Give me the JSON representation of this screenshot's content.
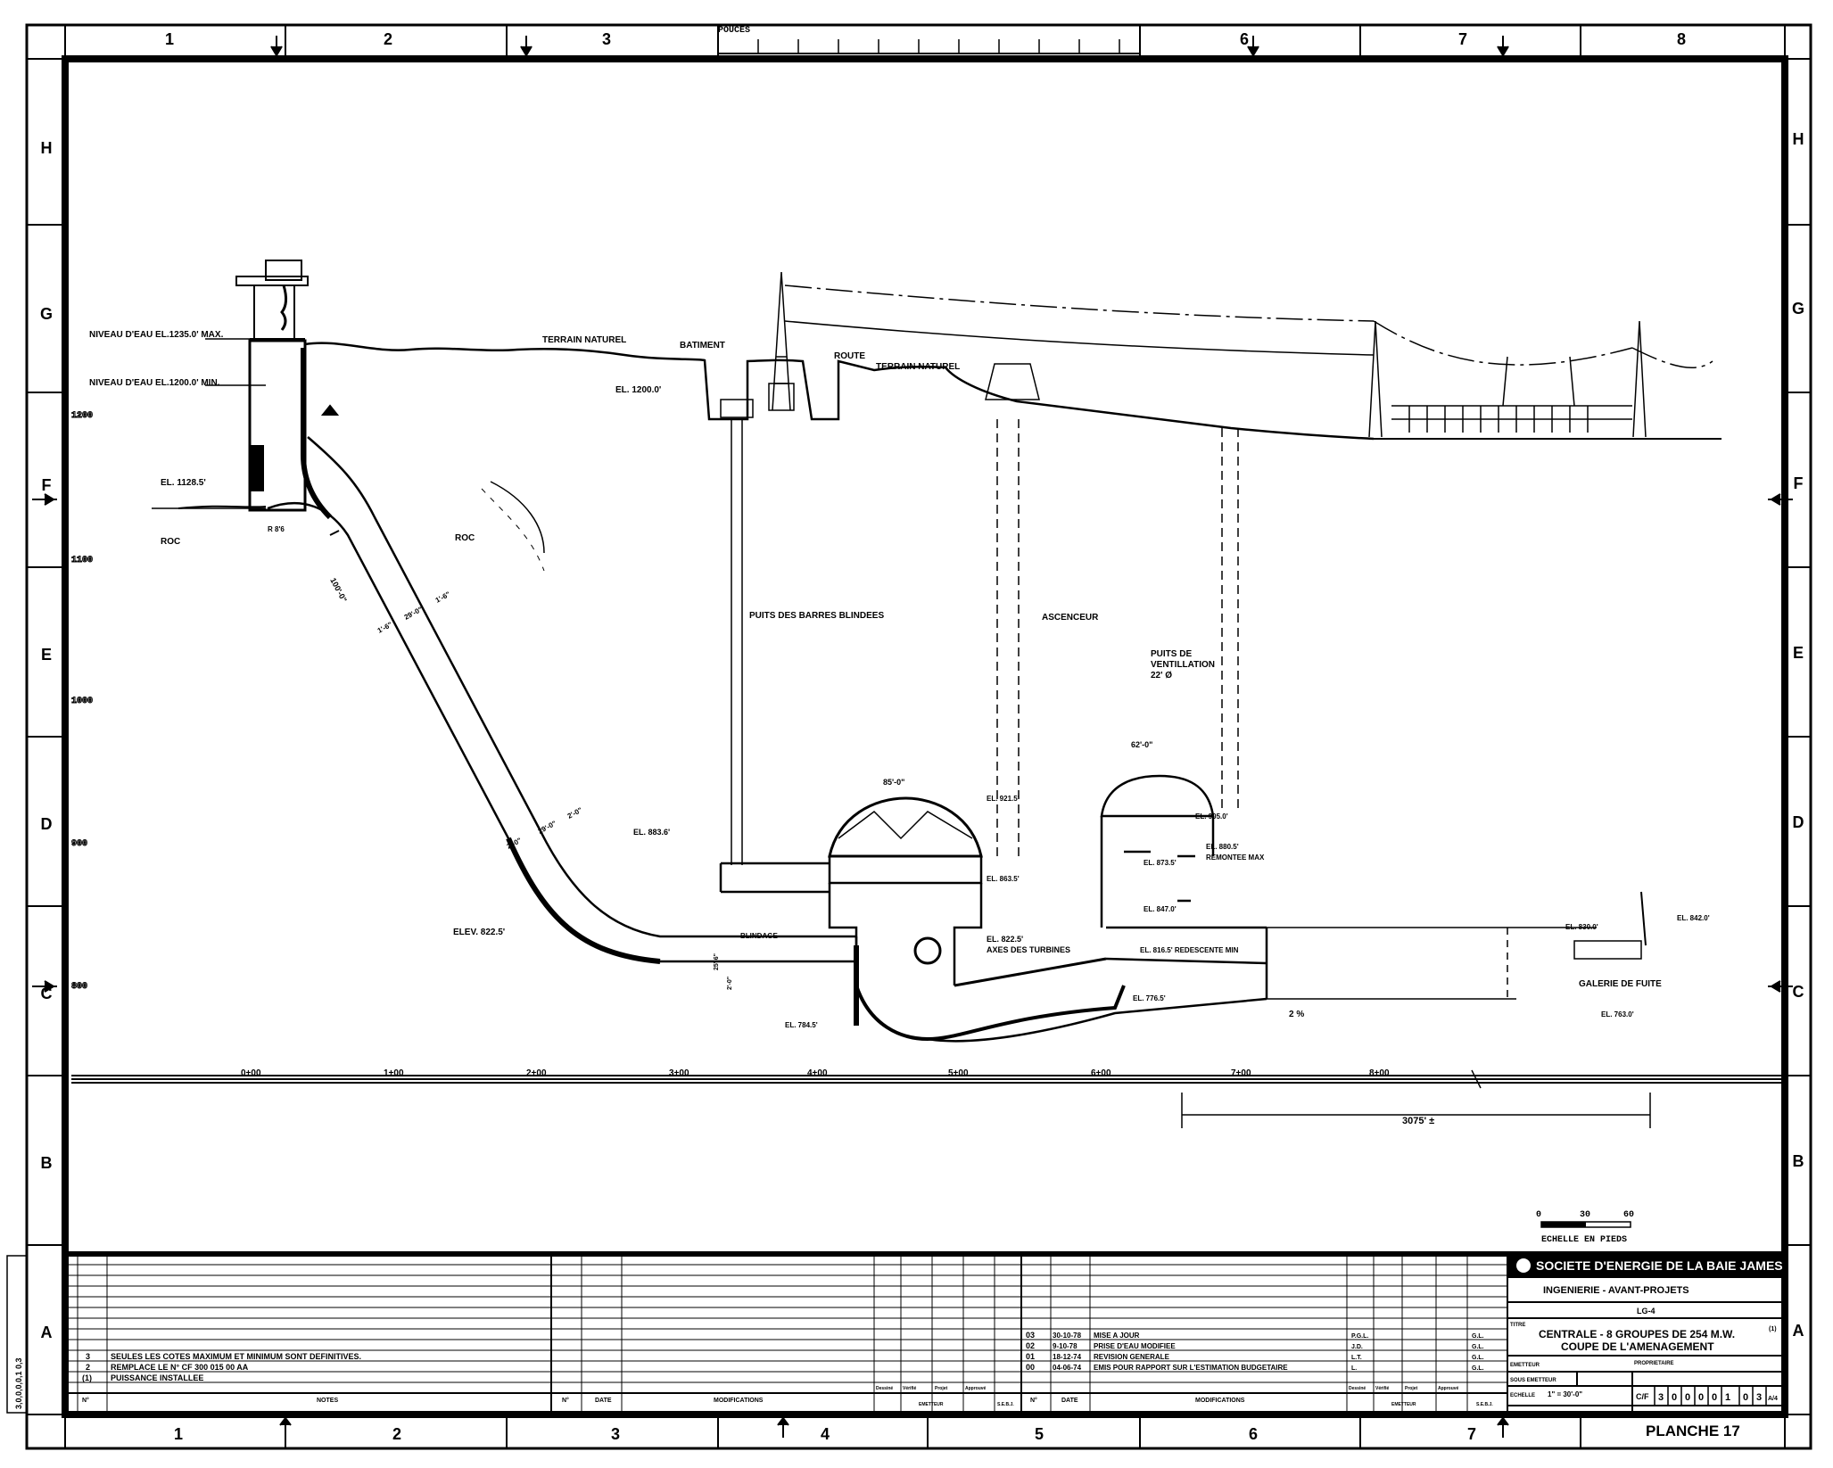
{
  "zones": {
    "columns": [
      "1",
      "2",
      "3",
      "4",
      "5",
      "6",
      "7",
      "8"
    ],
    "rows": [
      "H",
      "G",
      "F",
      "E",
      "D",
      "C",
      "B",
      "A"
    ]
  },
  "scale_top": {
    "label": "POUCES"
  },
  "elevation_ticks": [
    "1200",
    "1100",
    "1000",
    "900",
    "800"
  ],
  "profile": {
    "stations": [
      "0+00",
      "1+00",
      "2+00",
      "3+00",
      "4+00",
      "5+00",
      "6+00",
      "7+00",
      "8+00"
    ],
    "total_length": "3075' ±"
  },
  "labels": {
    "water_max": "NIVEAU D'EAU EL.1235.0' MAX.",
    "water_min": "NIVEAU D'EAU EL.1200.0' MIN.",
    "el_1200": "EL. 1200.0'",
    "el_1128": "EL. 1128.5'",
    "terrain1": "TERRAIN NATUREL",
    "batiment": "BATIMENT",
    "route": "ROUTE",
    "terrain2": "TERRAIN NATUREL",
    "roc1": "ROC",
    "roc2": "ROC",
    "r": "R 8'6",
    "tunnel_len": "100'-0\"",
    "diam_top_a": "1'-6\"",
    "diam_top_b": "29'-0\"",
    "diam_top_c": "1'-6\"",
    "diam_bot_a": "2'-0\"",
    "diam_bot_b": "29'-0\"",
    "diam_bot_c": "2'-0\"",
    "puits_barres": "PUITS DES BARRES BLINDEES",
    "ascenceur": "ASCENCEUR",
    "puits_vent_1": "PUITS DE",
    "puits_vent_2": "VENTILLATION",
    "puits_vent_3": "22' Ø",
    "dim_85": "85'-0\"",
    "dim_62": "62'-0\"",
    "el_883": "EL. 883.6'",
    "el_921": "EL. 921.5'",
    "el_863": "EL. 863.5'",
    "el_905": "EL. 905.0'",
    "el_880": "EL. 880.5'",
    "remontee": "REMONTEE MAX",
    "el_873": "EL. 873.5'",
    "el_847": "EL. 847.0'",
    "el_822": "EL. 822.5'",
    "axes_turbines": "AXES DES TURBINES",
    "el_816": "EL. 816.5' REDESCENTE MIN",
    "blindage": "BLINDAGE",
    "elev_822": "ELEV. 822.5'",
    "el_784": "EL. 784.5'",
    "el_776": "EL. 776.5'",
    "pct": "2 %",
    "el_830": "EL. 830.0'",
    "el_842": "EL. 842.0'",
    "galerie": "GALERIE   DE   FUITE",
    "el_763": "EL. 763.0'",
    "d25a": "25'-6\"",
    "d25b": "2'-0\""
  },
  "scale_bar": {
    "ticks": [
      "0",
      "30",
      "60"
    ],
    "caption": "ECHELLE  EN  PIEDS"
  },
  "title_block": {
    "company": "SOCIETE D'ENERGIE DE LA BAIE JAMES",
    "dept": "INGENIERIE  -  AVANT-PROJETS",
    "project": "LG-4",
    "titre_label": "TITRE",
    "title_line1": "CENTRALE - 8 GROUPES DE 254 M.W.",
    "title_sup": "(1)",
    "title_line2": "COUPE DE L'AMENAGEMENT",
    "emetteur_label": "EMETTEUR",
    "proprietaire_label": "PROPRIETAIRE",
    "sous_emetteur_label": "SOUS EMETTEUR",
    "echelle_label": "ECHELLE",
    "echelle_value": "1\" = 30'-0\"",
    "cf": "C/F",
    "drawing_no": [
      "3",
      "0",
      "0",
      "0",
      "0",
      "1",
      "0",
      "3"
    ],
    "sheet_suffix": "A/4",
    "planche": "PLANCHE 17",
    "side_number": "3,0,0,0,0,1  0,3"
  },
  "notes": [
    {
      "no": "3",
      "text": "SEULES LES COTES MAXIMUM ET MINIMUM SONT DEFINITIVES."
    },
    {
      "no": "2",
      "text": "REMPLACE LE N° CF 300 015 00 AA"
    },
    {
      "no": "(1)",
      "text": "PUISSANCE INSTALLEE"
    }
  ],
  "notes_header": {
    "no": "N°",
    "notes": "NOTES",
    "no2": "N°",
    "date": "DATE",
    "mods": "MODIFICATIONS"
  },
  "revisions": [
    {
      "no": "03",
      "date": "30-10-78",
      "text": "MISE A JOUR",
      "by": "P.G.L.",
      "appr": "G.L."
    },
    {
      "no": "02",
      "date": "9-10-78",
      "text": "PRISE D'EAU MODIFIEE",
      "by": "J.D.",
      "appr": "G.L."
    },
    {
      "no": "01",
      "date": "18-12-74",
      "text": "REVISION GENERALE",
      "by": "L.T.",
      "appr": "G.L."
    },
    {
      "no": "00",
      "date": "04-06-74",
      "text": "EMIS POUR RAPPORT SUR L'ESTIMATION BUDGETAIRE",
      "by": "L.",
      "appr": "G.L."
    }
  ],
  "rev_header": {
    "no": "N°",
    "date": "DATE",
    "mods": "MODIFICATIONS",
    "dessine": "Dessiné",
    "verifie": "Vérifié",
    "projet": "Projet",
    "approuve": "Approuvé",
    "emetteur": "EMETTEUR",
    "sebj": "S.E.B.J."
  }
}
